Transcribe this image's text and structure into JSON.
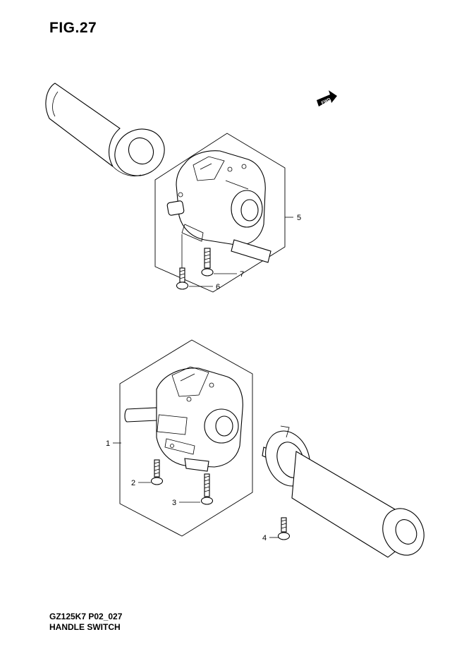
{
  "figure": {
    "title": "FIG.27",
    "model_code": "GZ125K7 P02_027",
    "caption": "HANDLE SWITCH"
  },
  "direction_marker": {
    "label": "FWD",
    "icon": "forward-arrow-icon"
  },
  "callouts": [
    {
      "part": "handle-switch-left",
      "number": "1"
    },
    {
      "part": "screw-left-lower",
      "number": "2"
    },
    {
      "part": "screw-left-upper",
      "number": "3"
    },
    {
      "part": "grip-screw",
      "number": "4"
    },
    {
      "part": "handle-switch-right",
      "number": "5"
    },
    {
      "part": "screw-right-short",
      "number": "6"
    },
    {
      "part": "screw-right-long",
      "number": "7"
    }
  ]
}
